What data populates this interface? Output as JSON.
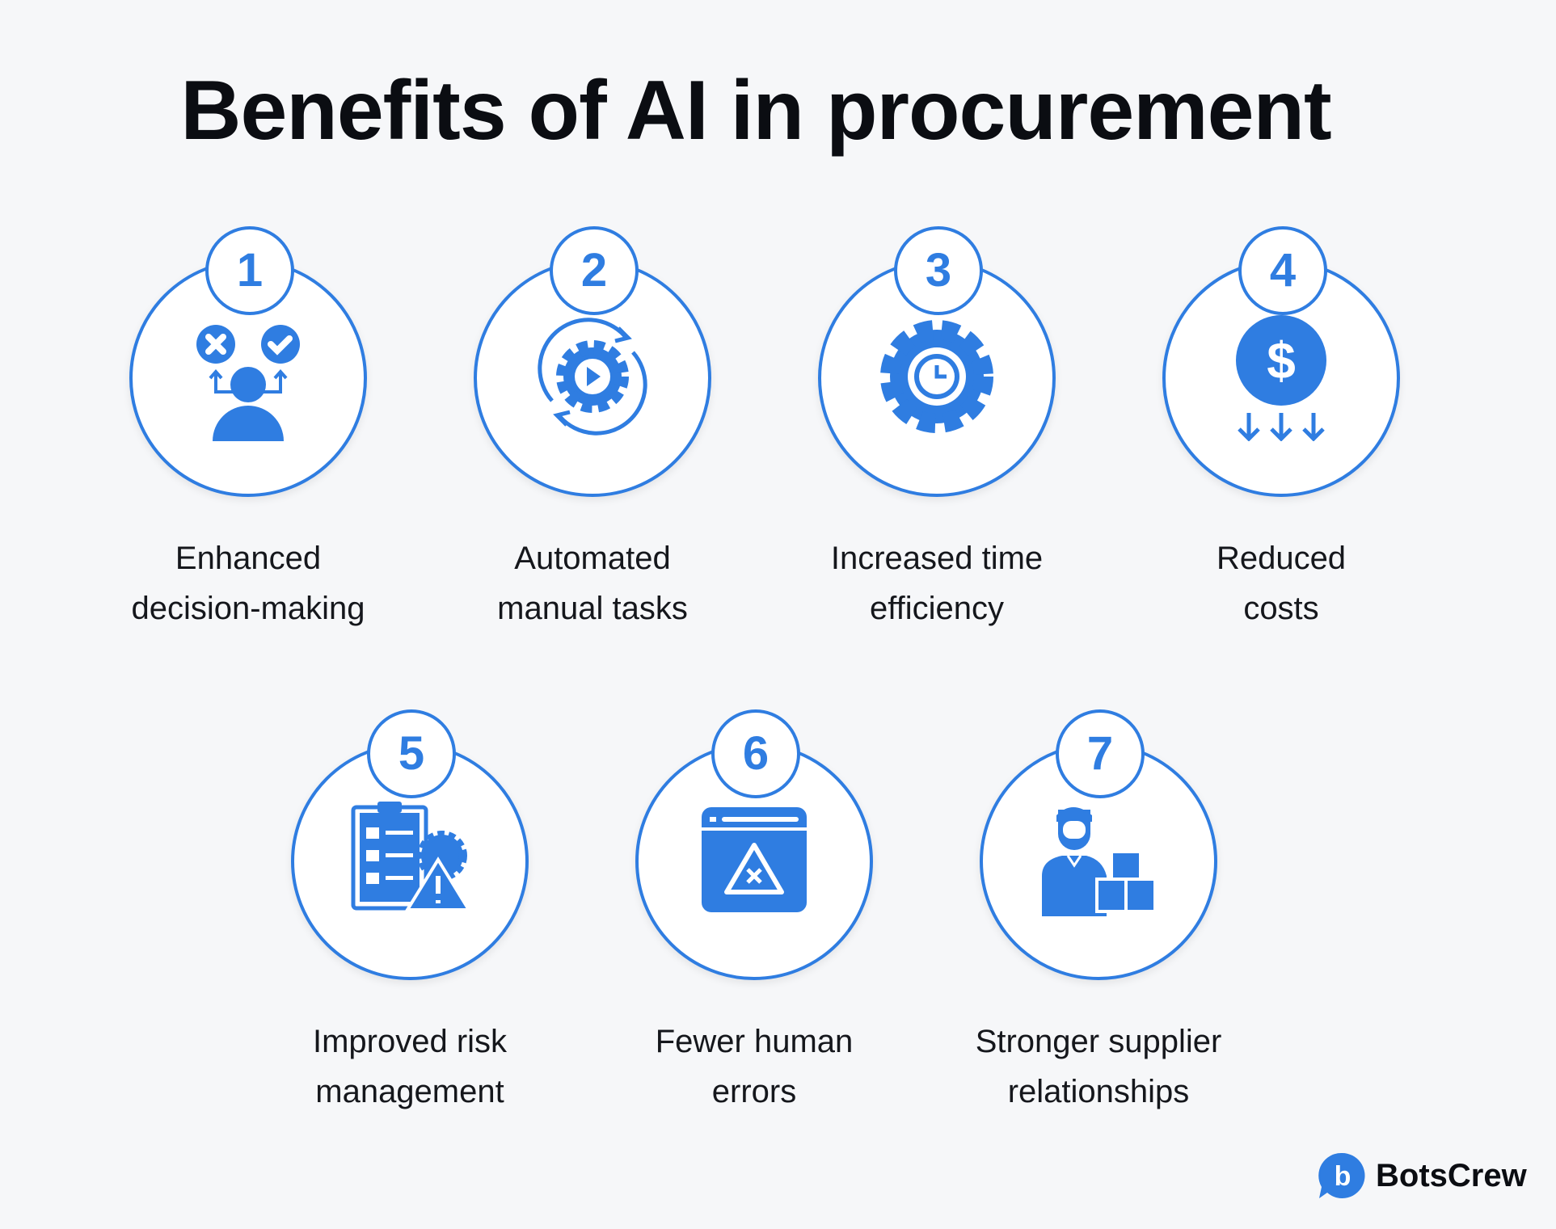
{
  "title": "Benefits of AI in procurement",
  "accent_color": "#2f7de1",
  "benefits": [
    {
      "number": "1",
      "line1": "Enhanced",
      "line2": "decision-making",
      "icon": "decision-person-icon"
    },
    {
      "number": "2",
      "line1": "Automated",
      "line2": "manual tasks",
      "icon": "gear-cycle-icon"
    },
    {
      "number": "3",
      "line1": "Increased time",
      "line2": "efficiency",
      "icon": "gear-clock-icon"
    },
    {
      "number": "4",
      "line1": "Reduced",
      "line2": "costs",
      "icon": "dollar-down-icon"
    },
    {
      "number": "5",
      "line1": "Improved risk",
      "line2": "management",
      "icon": "checklist-warning-icon"
    },
    {
      "number": "6",
      "line1": "Fewer human",
      "line2": "errors",
      "icon": "browser-error-icon"
    },
    {
      "number": "7",
      "line1": "Stronger supplier",
      "line2": "relationships",
      "icon": "supplier-boxes-icon"
    }
  ],
  "brand": {
    "name": "BotsCrew",
    "logo_letter": "b"
  }
}
